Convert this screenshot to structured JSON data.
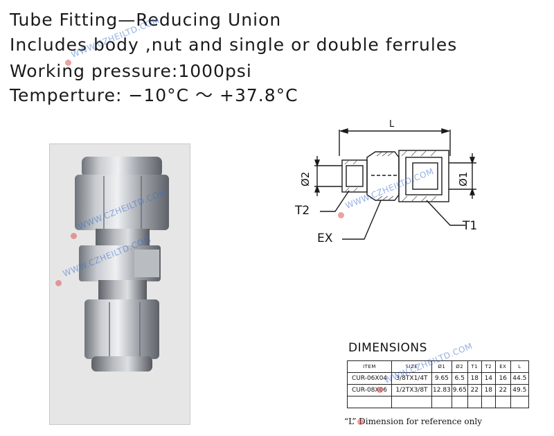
{
  "header": {
    "title": "Tube Fitting—Reducing Union",
    "includes": "Includes body ,nut and single or double ferrules",
    "pressure": "Working pressure:1000psi",
    "temperature": "Temperture:   −10°C ～ +37.8°C"
  },
  "drawing": {
    "labels": {
      "length": "L",
      "d1": "Ø1",
      "d2": "Ø2",
      "t1": "T1",
      "t2": "T2",
      "ex": "EX"
    },
    "line_color": "#1a1a1a",
    "part_hatch_color": "#555555"
  },
  "dimensions": {
    "title": "DIMENSIONS",
    "columns": [
      "ITEM",
      "SIZE",
      "Ø1",
      "Ø2",
      "T1",
      "T2",
      "EX",
      "L"
    ],
    "rows": [
      [
        "CUR-06X04",
        "3/8TX1/4T",
        "9.65",
        "6.5",
        "18",
        "14",
        "16",
        "44.5"
      ],
      [
        "CUR-08X06",
        "1/2TX3/8T",
        "12.83",
        "9.65",
        "22",
        "18",
        "22",
        "49.5"
      ],
      [
        "",
        "",
        "",
        "",
        "",
        "",
        "",
        ""
      ]
    ],
    "footnote": "“L” Dimension for reference only"
  },
  "watermark": {
    "text": "WWW.CZHEILTD.COM",
    "color": "#3c6ed2"
  },
  "photo": {
    "frame_color": "#e6e6e6",
    "metal_color": "#a9adb3"
  }
}
